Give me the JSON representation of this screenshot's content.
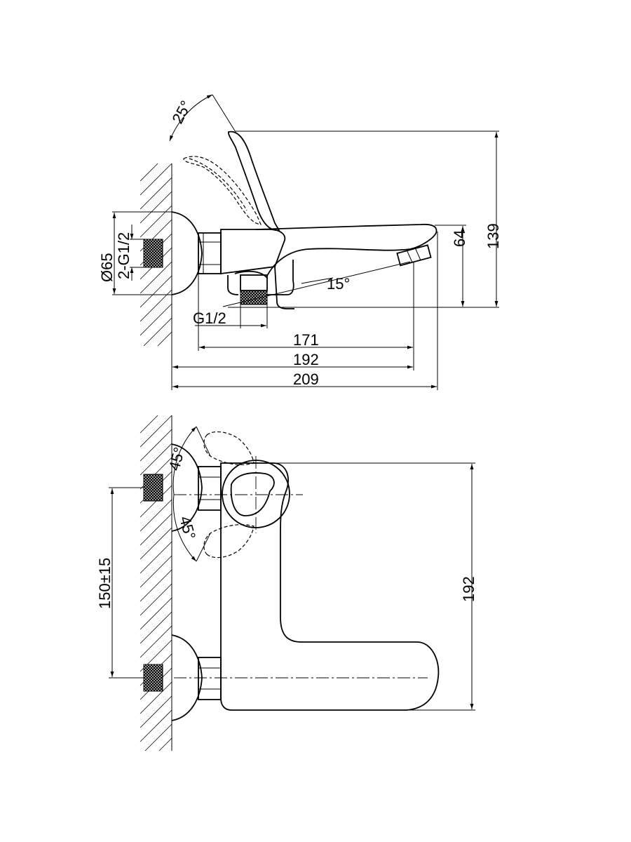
{
  "top_view": {
    "labels": {
      "angle_lever": "25°",
      "angle_spout": "15°",
      "diameter": "Ø65",
      "thread_pair": "2-G1/2",
      "thread_single": "G1/2",
      "height_spout": "64",
      "height_total": "139",
      "len_171": "171",
      "len_192": "192",
      "len_209": "209"
    }
  },
  "bottom_view": {
    "labels": {
      "angle_upper": "45°",
      "angle_lower": "45°",
      "center_distance": "150±15",
      "depth": "192"
    }
  }
}
